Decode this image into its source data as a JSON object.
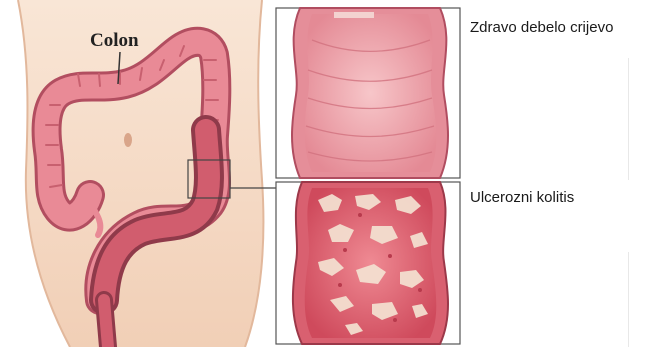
{
  "figure": {
    "colon_label": "Colon",
    "healthy_caption": "Zdravo debelo crijevo",
    "uc_caption": "Ulcerozni kolitis"
  },
  "colors": {
    "skin": "#f6dcc7",
    "colon": "#e98a96",
    "colon_dark": "#c85a6c",
    "mucosa": "#f3a9b0",
    "inflamed": "#e06070",
    "ulcer": "#f4e6d6"
  }
}
